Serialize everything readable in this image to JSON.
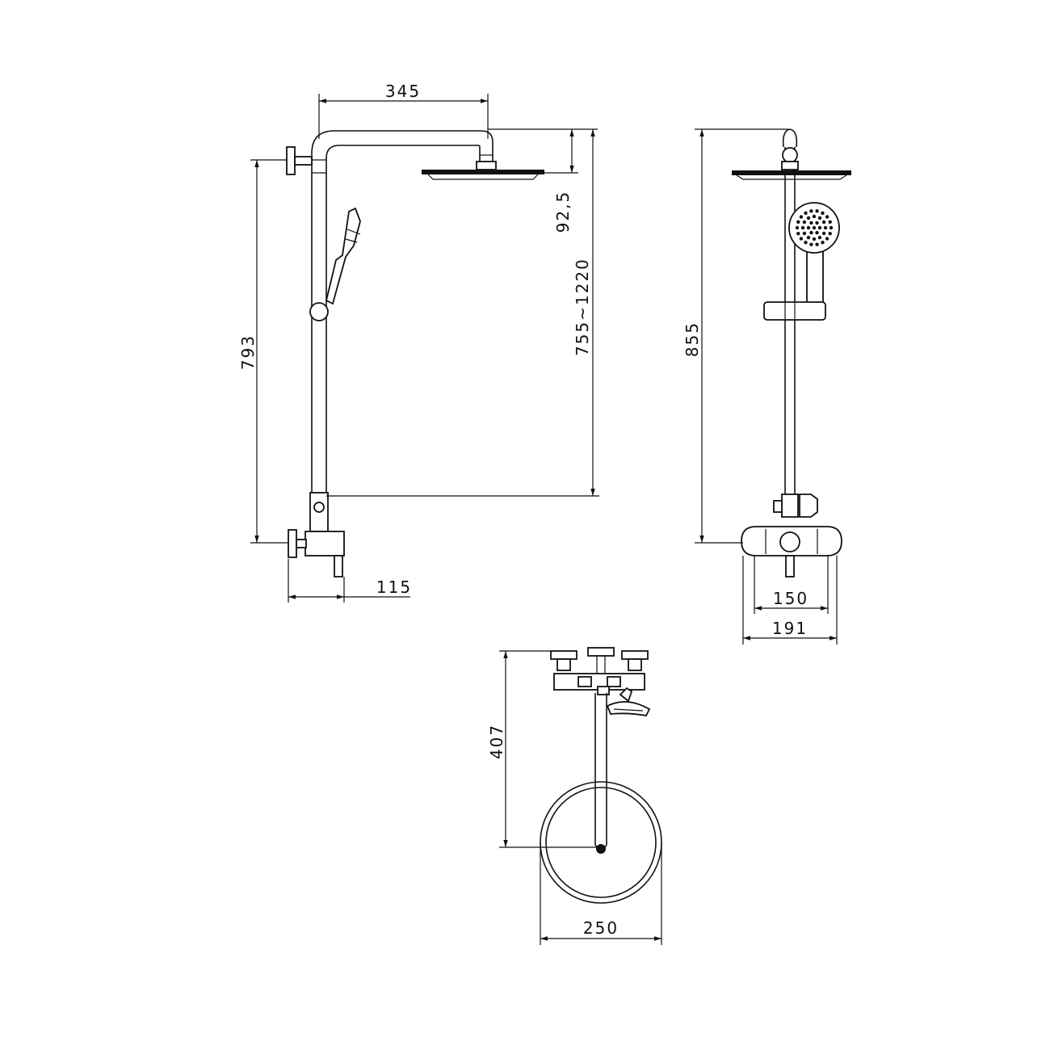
{
  "dimensions": {
    "side_arm_width": "345",
    "head_drop": "92,5",
    "height_range": "755~1220",
    "side_height": "793",
    "wall_offset": "115",
    "front_height": "855",
    "inlet_spacing": "150",
    "mixer_width": "191",
    "top_depth": "407",
    "head_diameter": "250"
  },
  "views": [
    "side-view",
    "front-view",
    "top-view"
  ]
}
